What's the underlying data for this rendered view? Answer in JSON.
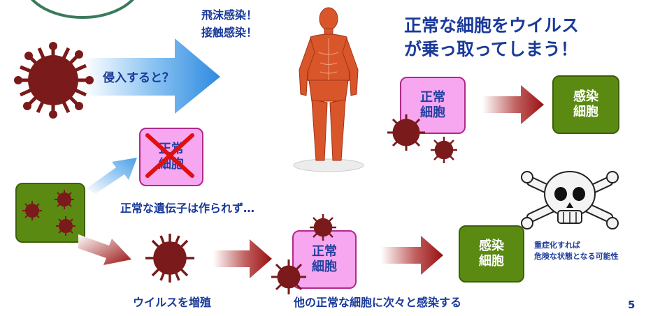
{
  "colors": {
    "virus": "#7a1a1a",
    "text_blue": "#1a3a9a",
    "cell_pink": "#f7a6f0",
    "cell_green": "#5b8a12",
    "arrow_red": "#9a1010",
    "arrow_blue": "#4aa0e8",
    "logo_ring": "#3a7a5a"
  },
  "labels": {
    "droplet_contact": [
      "飛沫感染！",
      "接触感染！"
    ],
    "invade_question": "侵入すると？",
    "hijack_title": [
      "正常な細胞をウイルス",
      "が乗っ取ってしまう！"
    ],
    "normal_cell": [
      "正常",
      "細胞"
    ],
    "infected_cell": [
      "感染",
      "細胞"
    ],
    "no_genes": "正常な遺伝子は作られず…",
    "virus_multiply": "ウイルスを増殖",
    "spread_infection": "他の正常な細胞に次々と感染する",
    "severe_warning": [
      "重症化すれば",
      "危険な状態となる可能性"
    ],
    "page_number": "5"
  },
  "icons": {
    "virus": "virus-icon",
    "human_body": "human-anatomy-figure",
    "skull": "skull-crossbones-icon",
    "cross": "red-x-icon"
  }
}
